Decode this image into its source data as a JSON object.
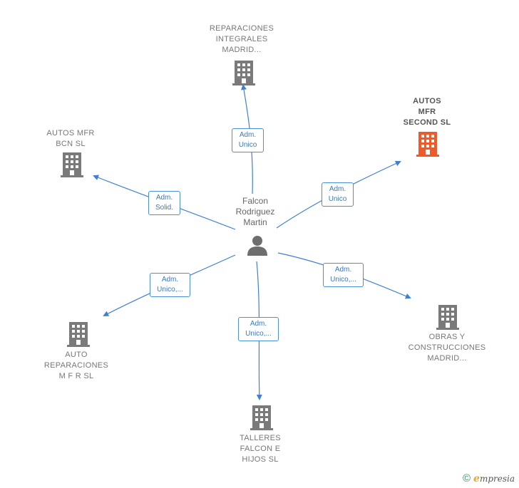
{
  "center": {
    "name_lines": [
      "Falcon",
      "Rodriguez",
      "Martin"
    ]
  },
  "nodes": [
    {
      "id": "reparaciones",
      "lines": [
        "REPARACIONES",
        "INTEGRALES",
        "MADRID..."
      ],
      "highlight": false
    },
    {
      "id": "autos-mfr-second",
      "lines": [
        "AUTOS",
        "MFR",
        "SECOND SL"
      ],
      "highlight": true
    },
    {
      "id": "autos-mfr-bcn",
      "lines": [
        "AUTOS MFR",
        "BCN SL"
      ],
      "highlight": false
    },
    {
      "id": "obras",
      "lines": [
        "OBRAS Y",
        "CONSTRUCCIONES",
        "MADRID..."
      ],
      "highlight": false
    },
    {
      "id": "auto-reparaciones",
      "lines": [
        "AUTO",
        "REPARACIONES",
        "M F R SL"
      ],
      "highlight": false
    },
    {
      "id": "talleres",
      "lines": [
        "TALLERES",
        "FALCON E",
        "HIJOS SL"
      ],
      "highlight": false
    }
  ],
  "edges": [
    {
      "to": "reparaciones",
      "lines": [
        "Adm.",
        "Unico"
      ]
    },
    {
      "to": "autos-mfr-second",
      "lines": [
        "Adm.",
        "Unico"
      ]
    },
    {
      "to": "autos-mfr-bcn",
      "lines": [
        "Adm.",
        "Solid."
      ]
    },
    {
      "to": "obras",
      "lines": [
        "Adm.",
        "Unico,..."
      ]
    },
    {
      "to": "auto-reparaciones",
      "lines": [
        "Adm.",
        "Unico,..."
      ]
    },
    {
      "to": "talleres",
      "lines": [
        "Adm.",
        "Unico,..."
      ]
    }
  ],
  "colors": {
    "edge": "#3f7fd6",
    "building": "#7a7a7a",
    "building_highlight": "#f05a28",
    "person": "#6e6e6e"
  },
  "footer": {
    "copyright_symbol": "©",
    "brand_initial": "e",
    "brand_rest": "mpresia"
  }
}
